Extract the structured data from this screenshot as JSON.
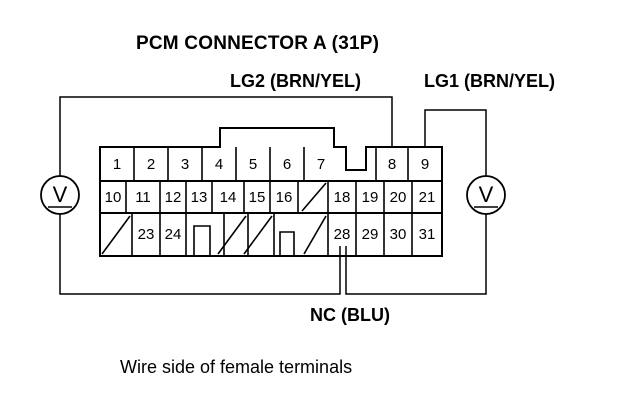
{
  "diagram": {
    "title": "PCM CONNECTOR A (31P)",
    "label_lg2": "LG2 (BRN/YEL)",
    "label_lg1": "LG1 (BRN/YEL)",
    "label_nc": "NC (BLU)",
    "caption": "Wire side of female terminals",
    "meter_symbol": "V",
    "row1": [
      "1",
      "2",
      "3",
      "4",
      "5",
      "6",
      "7",
      "",
      "8",
      "9"
    ],
    "row2": [
      "10",
      "11",
      "12",
      "13",
      "14",
      "15",
      "16",
      "",
      "18",
      "19",
      "20",
      "21"
    ],
    "row3": [
      "",
      "23",
      "24",
      "",
      "",
      "",
      "",
      "28",
      "29",
      "30",
      "31"
    ]
  }
}
